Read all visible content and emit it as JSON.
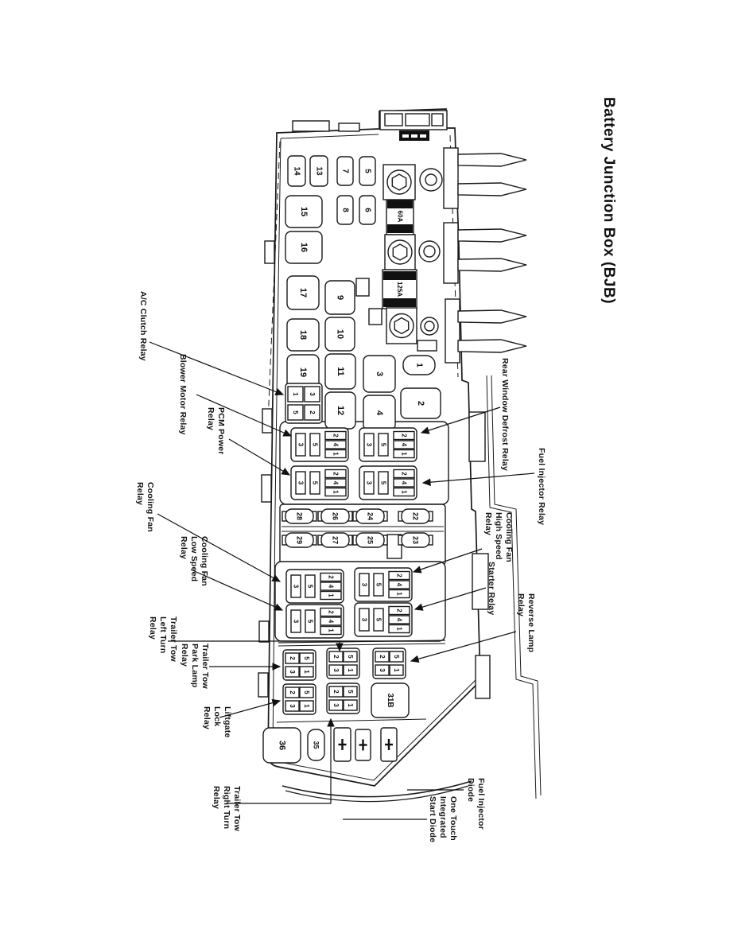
{
  "title": "Battery Junction Box (BJB)",
  "callouts": {
    "ac_clutch_relay": "A/C Clutch Relay",
    "blower_motor_relay": "Blower Motor Relay",
    "pcm_power_relay": "PCM Power\nRelay",
    "cooling_fan_relay": "Cooling Fan\nRelay",
    "cooling_fan_low_speed_relay": "Cooling Fan\nLow Speed\nRelay",
    "trailer_tow_left_turn_relay": "Trailer Tow\nLeft Turn\nRelay",
    "trailer_tow_park_lamp_relay": "Trailer Tow\nPark Lamp\nRelay",
    "liftgate_lock_relay": "Liftgate\nLock\nRelay",
    "trailer_tow_right_turn_relay": "Trailer Tow\nRight Turn\nRelay",
    "rear_window_defrost_relay": "Rear Window Defrost Relay",
    "fuel_injector_relay": "Fuel Injector Relay",
    "cooling_fan_high_speed_relay": "Cooling Fan\nHigh Speed\nRelay",
    "starter_relay": "Starter Relay",
    "reverse_lamp_relay": "Reverse Lamp\nRelay",
    "fuel_injector_diode": "Fuel Injector\nDiode",
    "one_touch_integrated_start_diode": "One Touch\nIntegrated\nStart Diode"
  },
  "box": {
    "fuse_links": [
      "60A",
      "125A"
    ],
    "top_cluster_fuses": [
      "14",
      "13",
      "7",
      "5",
      "8",
      "6"
    ],
    "column1_fuses": [
      "15",
      "16",
      "17",
      "18",
      "19"
    ],
    "column2_fuses": [
      "9",
      "10",
      "11",
      "12"
    ],
    "column3_fuses": [
      "3",
      "4"
    ],
    "column4_fuses": [
      "1",
      "2"
    ],
    "mini_relay_terminals": [
      "1",
      "3",
      "5",
      "2"
    ],
    "relay_slot_terminals": [
      "3",
      "5"
    ],
    "relay_pin_terminals": [
      "2",
      "4",
      "1"
    ],
    "center_fuses_row1": [
      "28",
      "26",
      "24",
      "22"
    ],
    "center_fuses_row2": [
      "29",
      "27",
      "25",
      "23"
    ],
    "micro_relay_terminals": [
      "2",
      "5",
      "3",
      "1"
    ],
    "fuse_31b": "31B",
    "fuse_36": "36",
    "fuse_35": "35"
  }
}
